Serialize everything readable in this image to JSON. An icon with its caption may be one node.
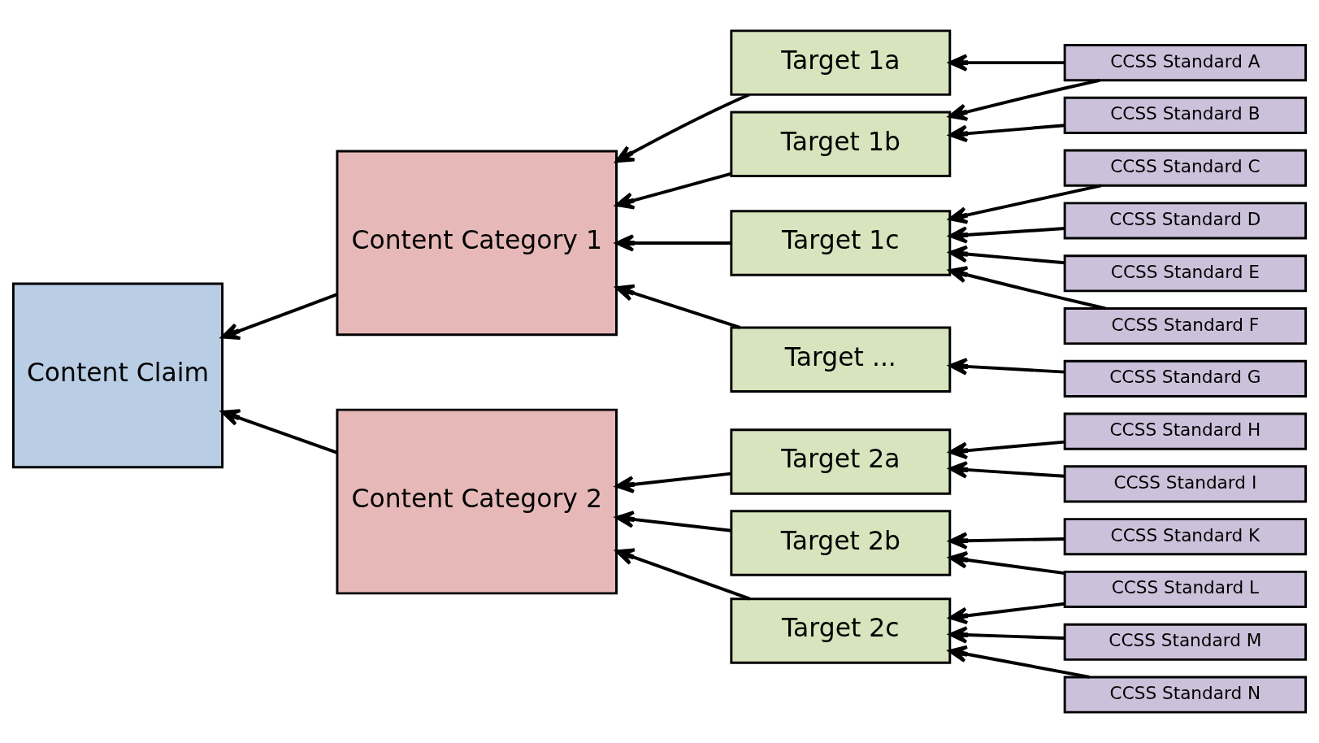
{
  "diagram": {
    "nodes": [
      {
        "text": [
          "Content Claim"
        ]
      },
      {
        "text": [
          "Content Category 1"
        ]
      },
      {
        "text": [
          "Content Category 2"
        ]
      },
      {
        "text": [
          "Target 1a"
        ]
      },
      {
        "text": [
          "Target 1b"
        ]
      },
      {
        "text": [
          "Target 1c"
        ]
      },
      {
        "text": [
          "Target ..."
        ]
      },
      {
        "text": [
          "Target 2a"
        ]
      },
      {
        "text": [
          "Target 2b"
        ]
      },
      {
        "text": [
          "Target 2c"
        ]
      },
      {
        "text": [
          "CCSS Standard A"
        ]
      },
      {
        "text": [
          "CCSS Standard B"
        ]
      },
      {
        "text": [
          "CCSS Standard C"
        ]
      },
      {
        "text": [
          "CCSS Standard D"
        ]
      },
      {
        "text": [
          "CCSS Standard E"
        ]
      },
      {
        "text": [
          "CCSS Standard F"
        ]
      },
      {
        "text": [
          "CCSS Standard G"
        ]
      },
      {
        "text": [
          "CCSS Standard H"
        ]
      },
      {
        "text": [
          "CCSS Standard I"
        ]
      },
      {
        "text": [
          "CCSS Standard K"
        ]
      },
      {
        "text": [
          "CCSS Standard L"
        ]
      },
      {
        "text": [
          "CCSS Standard M"
        ]
      },
      {
        "text": [
          "CCSS Standard N"
        ]
      }
    ],
    "edges": [
      {
        "from": 1,
        "to": 0,
        "arrow": "to"
      },
      {
        "from": 2,
        "to": 0,
        "arrow": "to"
      },
      {
        "from": 3,
        "to": 1,
        "arrow": "to"
      },
      {
        "from": 4,
        "to": 1,
        "arrow": "to"
      },
      {
        "from": 5,
        "to": 1,
        "arrow": "to"
      },
      {
        "from": 6,
        "to": 1,
        "arrow": "to"
      },
      {
        "from": 7,
        "to": 2,
        "arrow": "to"
      },
      {
        "from": 8,
        "to": 2,
        "arrow": "to"
      },
      {
        "from": 9,
        "to": 2,
        "arrow": "to"
      },
      {
        "from": 10,
        "to": 3,
        "arrow": "to"
      },
      {
        "from": 10,
        "to": 4,
        "arrow": "to"
      },
      {
        "from": 11,
        "to": 4,
        "arrow": "to"
      },
      {
        "from": 12,
        "to": 5,
        "arrow": "to"
      },
      {
        "from": 13,
        "to": 5,
        "arrow": "to"
      },
      {
        "from": 14,
        "to": 5,
        "arrow": "to"
      },
      {
        "from": 15,
        "to": 5,
        "arrow": "to"
      },
      {
        "from": 16,
        "to": 6,
        "arrow": "to"
      },
      {
        "from": 17,
        "to": 7,
        "arrow": "to"
      },
      {
        "from": 18,
        "to": 7,
        "arrow": "to"
      },
      {
        "from": 19,
        "to": 8,
        "arrow": "to"
      },
      {
        "from": 20,
        "to": 8,
        "arrow": "to"
      },
      {
        "from": 20,
        "to": 9,
        "arrow": "to"
      },
      {
        "from": 21,
        "to": 9,
        "arrow": "to"
      },
      {
        "from": 22,
        "to": 9,
        "arrow": "to"
      }
    ]
  }
}
